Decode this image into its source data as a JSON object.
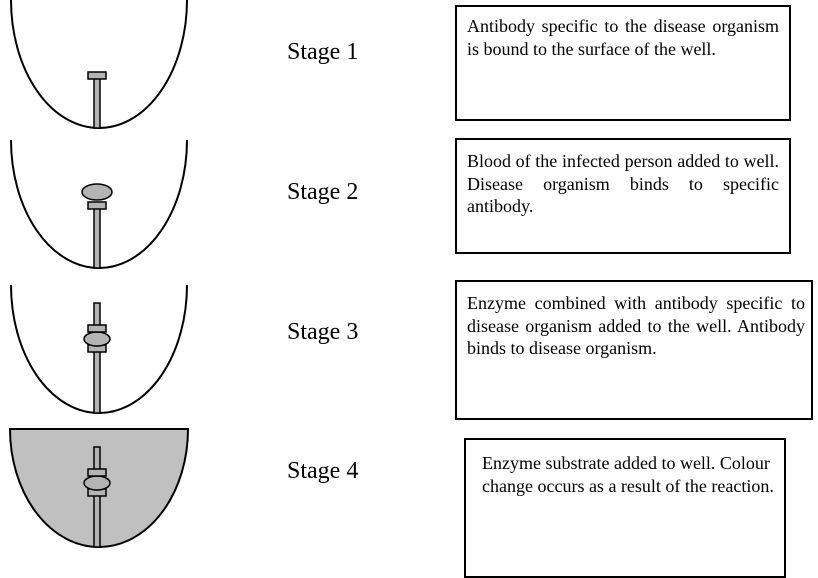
{
  "stages": [
    {
      "label": "Stage 1",
      "description": "Antibody specific to the disease organism is bound to the surface of the well.",
      "well_color": "#ffffff"
    },
    {
      "label": "Stage 2",
      "description": "Blood of the infected person added to well. Disease organism binds to specific antibody.",
      "well_color": "#ffffff"
    },
    {
      "label": "Stage 3",
      "description": "Enzyme combined with antibody specific to disease organism added to the well. Antibody binds to disease organism.",
      "well_color": "#ffffff"
    },
    {
      "label": "Stage 4",
      "description": "Enzyme substrate added to well. Colour change occurs as a result of the reaction.",
      "well_color": "#c0c0c0"
    }
  ],
  "colors": {
    "line": "#000000",
    "molecule_fill": "#b4b4b4"
  }
}
